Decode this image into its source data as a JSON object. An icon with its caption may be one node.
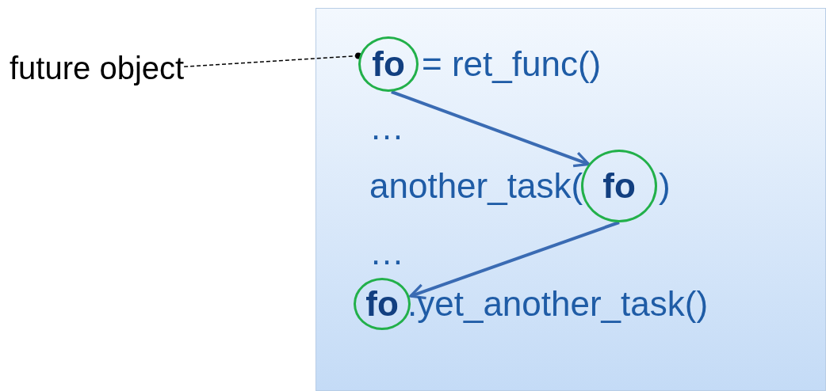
{
  "diagram": {
    "nodes": [
      {
        "text": [],
        "shape": "box"
      },
      {
        "text": [
          "future object"
        ]
      },
      {
        "text": [
          "fo"
        ],
        "in": 0
      },
      {
        "text": [
          "fo"
        ],
        "in": 0
      },
      {
        "text": [
          "fo"
        ],
        "in": 0
      }
    ],
    "edges": [
      {
        "from": 1,
        "to": 2,
        "arrow": "other",
        "style": "dashed",
        "color": "#000000"
      },
      {
        "from": 2,
        "to": 3,
        "arrow": "to"
      },
      {
        "from": 3,
        "to": 4,
        "arrow": "to"
      }
    ],
    "labels": [
      "= ret_func()",
      "…",
      "another_task(",
      ")",
      "…",
      ".yet_another_task()"
    ]
  }
}
